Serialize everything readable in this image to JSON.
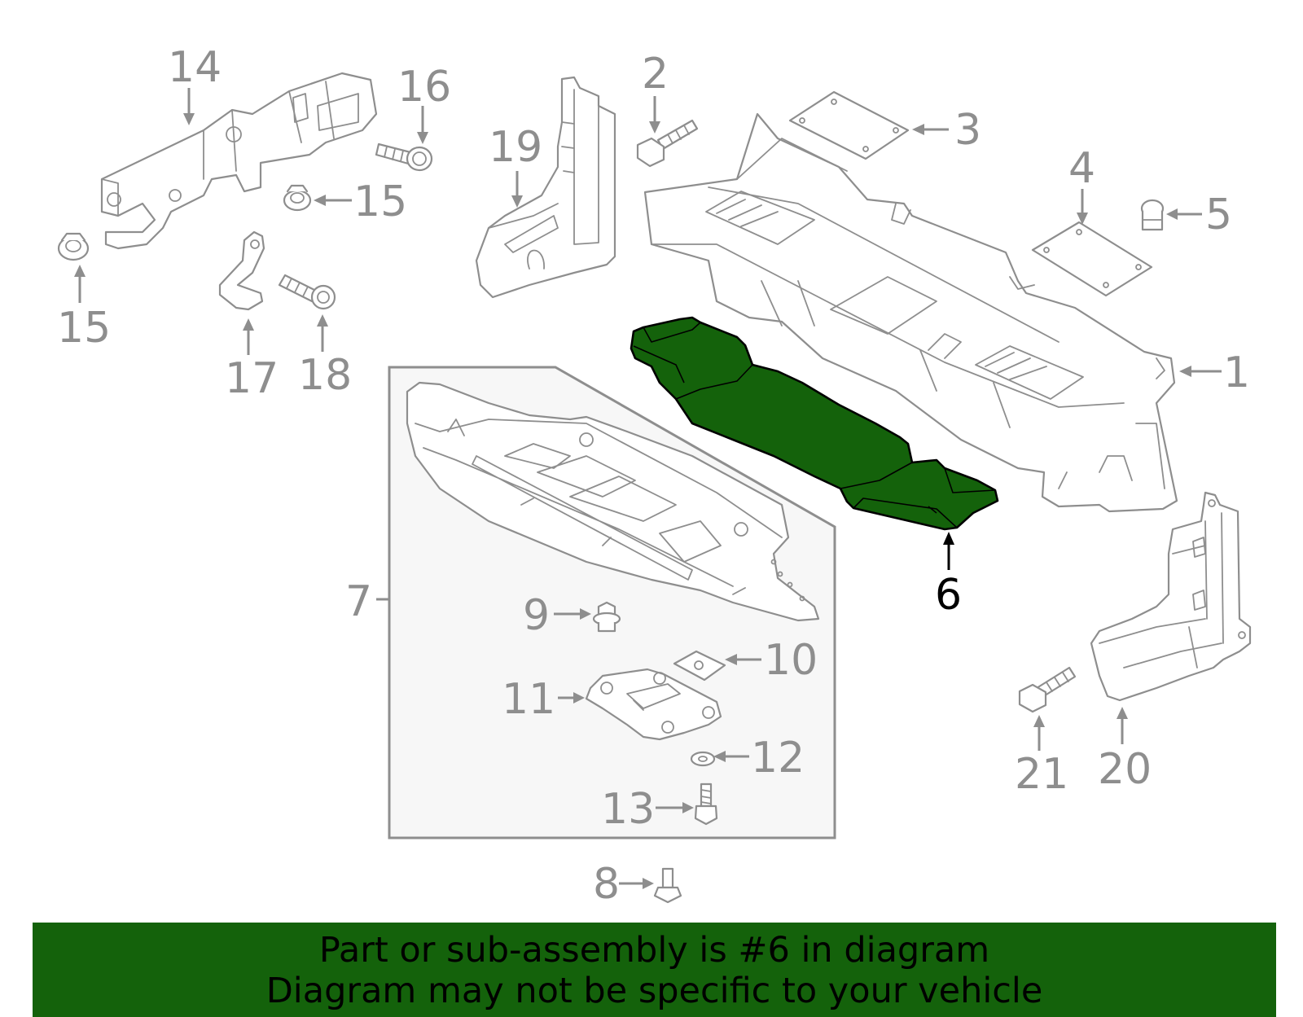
{
  "diagram": {
    "highlighted_part": "6",
    "callouts": [
      "1",
      "2",
      "3",
      "4",
      "5",
      "6",
      "7",
      "8",
      "9",
      "10",
      "11",
      "12",
      "13",
      "14",
      "15",
      "15",
      "16",
      "17",
      "18",
      "19",
      "20",
      "21"
    ]
  },
  "banner": {
    "line1": "Part or sub-assembly is #6 in diagram",
    "line2": "Diagram may not be specific to your vehicle"
  },
  "colors": {
    "highlight": "#14620b",
    "line": "#8e8e8e",
    "subassembly_fill": "#f7f7f7"
  }
}
